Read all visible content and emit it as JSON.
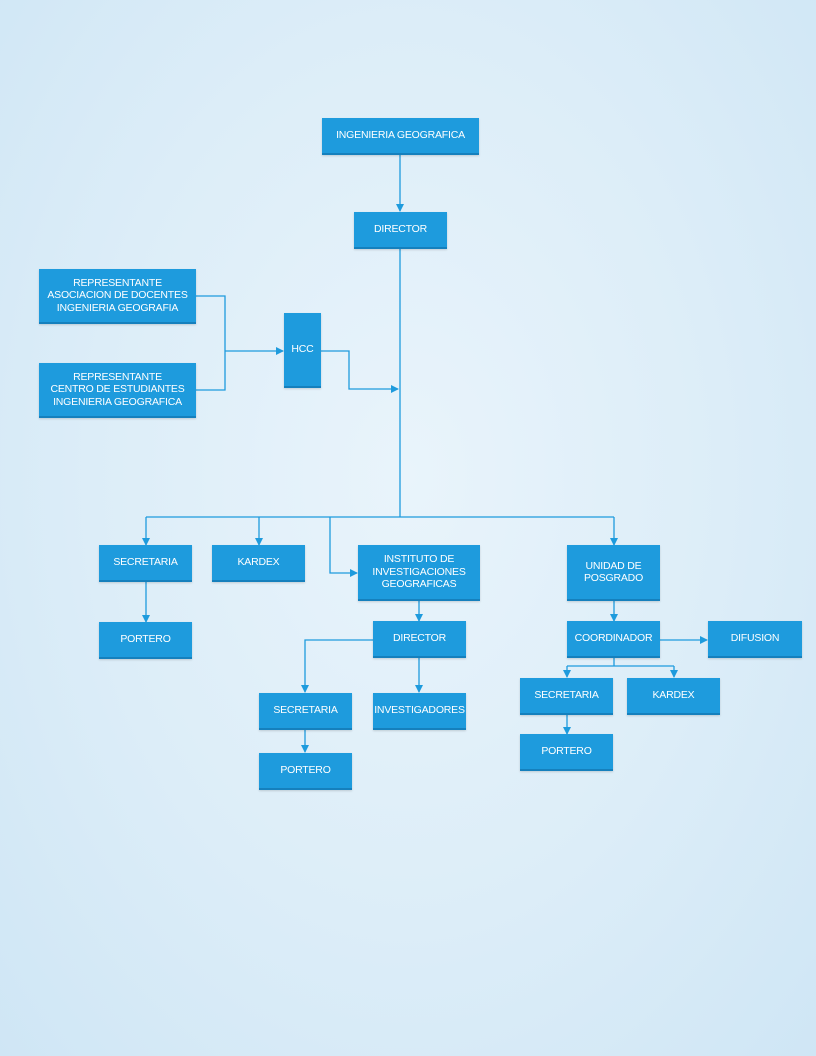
{
  "colors": {
    "box": "#1e9bdd",
    "text": "#ffffff",
    "line": "#1e9bdd"
  },
  "nodes": {
    "ingenieria_geografica": "INGENIERIA GEOGRAFICA",
    "director": "DIRECTOR",
    "rep_docentes": "REPRESENTANTE\nASOCIACION DE DOCENTES\nINGENIERIA GEOGRAFIA",
    "rep_estudiantes": "REPRESENTANTE\nCENTRO DE ESTUDIANTES\nINGENIERIA GEOGRAFICA",
    "hcc": "HCC",
    "secretaria_1": "SECRETARIA",
    "kardex_1": "KARDEX",
    "instituto": "INSTITUTO DE\nINVESTIGACIONES\nGEOGRAFICAS",
    "unidad_posgrado": "UNIDAD DE\nPOSGRADO",
    "portero_1": "PORTERO",
    "director_instituto": "DIRECTOR",
    "coordinador": "COORDINADOR",
    "difusion": "DIFUSION",
    "secretaria_2": "SECRETARIA",
    "investigadores": "INVESTIGADORES",
    "secretaria_3": "SECRETARIA",
    "kardex_2": "KARDEX",
    "portero_2": "PORTERO",
    "portero_3": "PORTERO"
  }
}
